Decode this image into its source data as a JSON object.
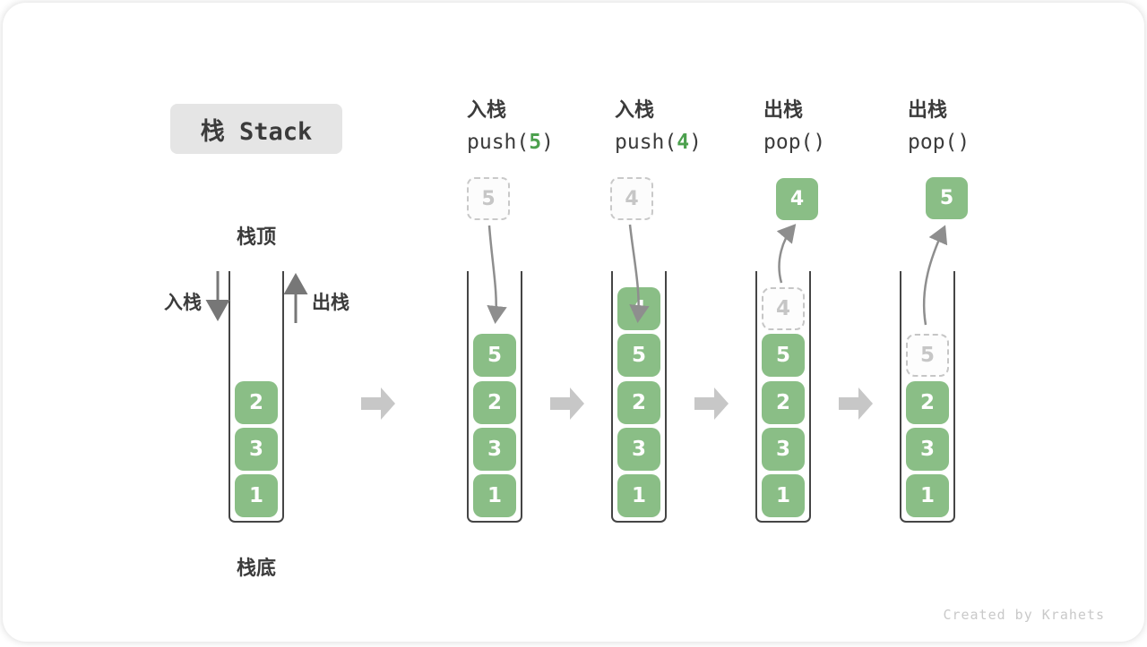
{
  "title": {
    "text": "栈 Stack"
  },
  "labels": {
    "stack_top": "栈顶",
    "stack_bottom": "栈底",
    "push": "入栈",
    "pop": "出栈"
  },
  "credit": "Created by Krahets",
  "colors": {
    "box_green": "#8ABE86",
    "code_green": "#4CA04E",
    "ghost_gray": "#c6c6c6",
    "arrow_gray": "#8e8e8e",
    "block_arrow_gray": "#c7c7c7",
    "ink": "#3b3b3b",
    "credit_gray": "#c9c9c9"
  },
  "steps": [
    {
      "name": "initial-stack",
      "items": [
        {
          "value": "2",
          "ghost": false
        },
        {
          "value": "3",
          "ghost": false
        },
        {
          "value": "1",
          "ghost": false
        }
      ]
    },
    {
      "name": "push-5",
      "op_label": "入栈",
      "code_pre": "push(",
      "code_arg": "5",
      "code_post": ")",
      "floating_value": "5",
      "floating_type": "ghost-dashed",
      "items": [
        {
          "value": "5",
          "ghost": false
        },
        {
          "value": "2",
          "ghost": false
        },
        {
          "value": "3",
          "ghost": false
        },
        {
          "value": "1",
          "ghost": false
        }
      ]
    },
    {
      "name": "push-4",
      "op_label": "入栈",
      "code_pre": "push(",
      "code_arg": "4",
      "code_post": ")",
      "floating_value": "4",
      "floating_type": "ghost-dashed",
      "items": [
        {
          "value": "4",
          "ghost": false
        },
        {
          "value": "5",
          "ghost": false
        },
        {
          "value": "2",
          "ghost": false
        },
        {
          "value": "3",
          "ghost": false
        },
        {
          "value": "1",
          "ghost": false
        }
      ]
    },
    {
      "name": "pop-4",
      "op_label": "出栈",
      "code_pre": "pop(",
      "code_arg": "",
      "code_post": ")",
      "floating_value": "4",
      "floating_type": "solid-popped",
      "items": [
        {
          "value": "4",
          "ghost": true
        },
        {
          "value": "5",
          "ghost": false
        },
        {
          "value": "2",
          "ghost": false
        },
        {
          "value": "3",
          "ghost": false
        },
        {
          "value": "1",
          "ghost": false
        }
      ]
    },
    {
      "name": "pop-5",
      "op_label": "出栈",
      "code_pre": "pop(",
      "code_arg": "",
      "code_post": ")",
      "floating_value": "5",
      "floating_type": "solid-popped",
      "items": [
        {
          "value": "5",
          "ghost": true
        },
        {
          "value": "2",
          "ghost": false
        },
        {
          "value": "3",
          "ghost": false
        },
        {
          "value": "1",
          "ghost": false
        }
      ]
    }
  ]
}
